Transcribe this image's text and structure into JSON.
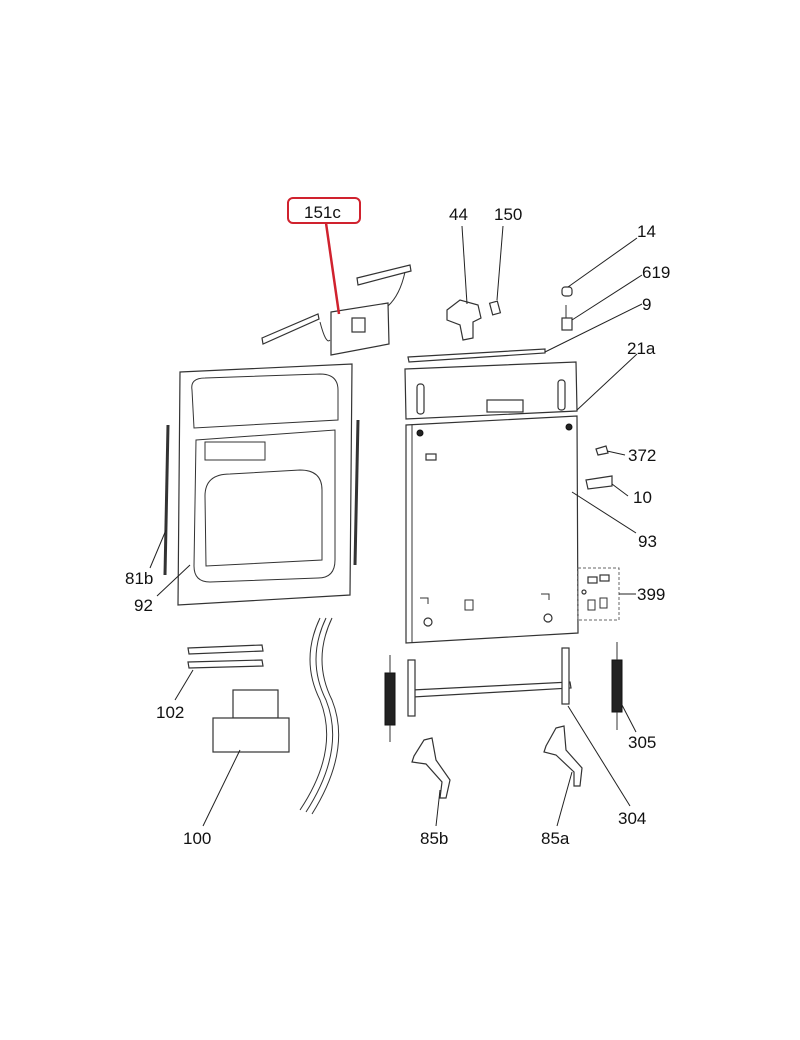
{
  "diagram": {
    "highlight_color": "#d0222e",
    "highlighted_part": "151c",
    "labels": {
      "p151c": "151c",
      "p44": "44",
      "p150": "150",
      "p14": "14",
      "p619": "619",
      "p9": "9",
      "p21a": "21a",
      "p372": "372",
      "p10": "10",
      "p93": "93",
      "p399": "399",
      "p81b": "81b",
      "p92": "92",
      "p102": "102",
      "p305": "305",
      "p100": "100",
      "p85b": "85b",
      "p85a": "85a",
      "p304": "304"
    }
  }
}
